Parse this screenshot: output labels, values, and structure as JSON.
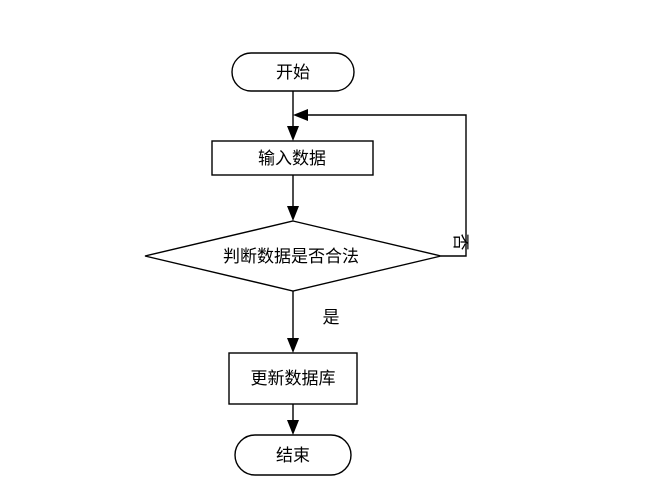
{
  "diagram": {
    "type": "flowchart",
    "nodes": {
      "start": "开始",
      "input": "输入数据",
      "decision": "判断数据是否合法",
      "update": "更新数据库",
      "end": "结束"
    },
    "edges": [
      {
        "from": "start",
        "to": "input",
        "label": ""
      },
      {
        "from": "input",
        "to": "decision",
        "label": ""
      },
      {
        "from": "decision",
        "to": "update",
        "label": "是"
      },
      {
        "from": "decision",
        "to": "input",
        "label": "否"
      },
      {
        "from": "update",
        "to": "end",
        "label": ""
      }
    ],
    "edge_labels": {
      "yes": "是",
      "no": "否"
    }
  }
}
